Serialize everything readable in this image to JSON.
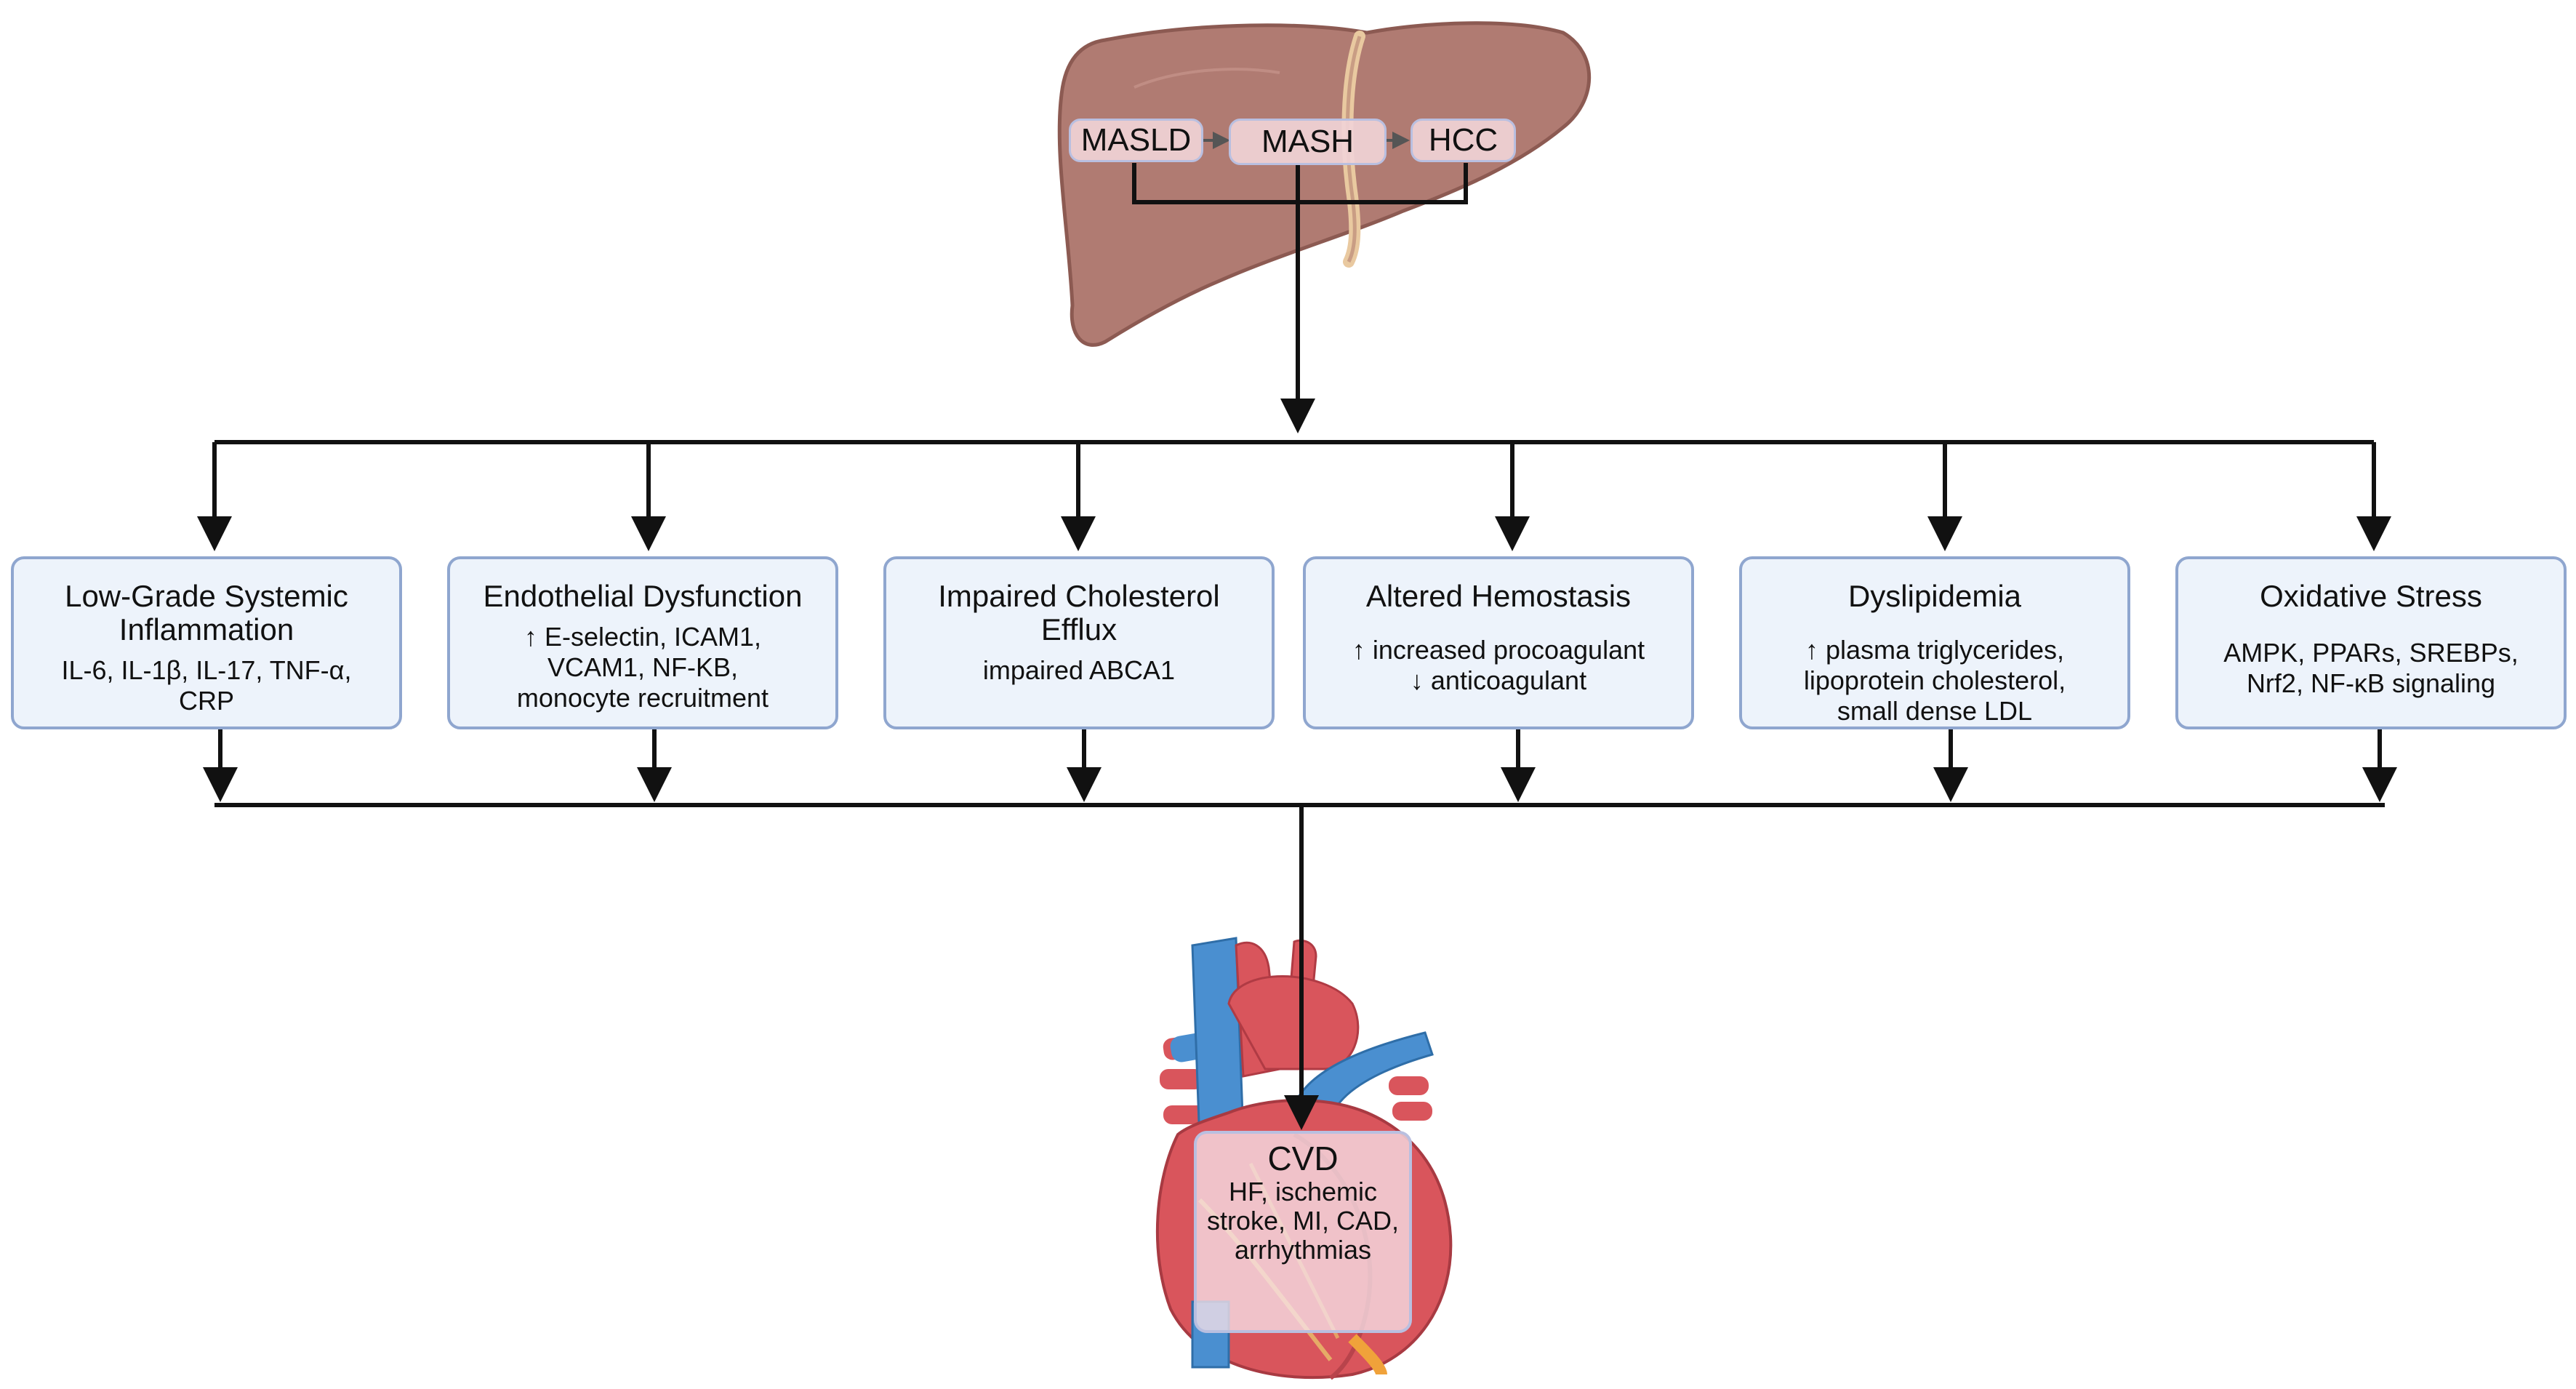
{
  "liver": {
    "stages": [
      "MASLD",
      "MASH",
      "HCC"
    ]
  },
  "mechanisms": [
    {
      "title": "Low-Grade Systemic Inflammation",
      "detail": "IL-6, IL-1β, IL-17, TNF-α,\nCRP"
    },
    {
      "title": "Endothelial Dysfunction",
      "detail": "↑ E-selectin, ICAM1,\nVCAM1, NF-KB,\nmonocyte recruitment"
    },
    {
      "title": "Impaired Cholesterol Efflux",
      "detail": "impaired ABCA1"
    },
    {
      "title": "Altered Hemostasis",
      "detail": "↑ increased procoagulant\n↓ anticoagulant"
    },
    {
      "title": "Dyslipidemia",
      "detail": "↑ plasma triglycerides,\nlipoprotein cholesterol,\nsmall dense LDL"
    },
    {
      "title": "Oxidative Stress",
      "detail": "AMPK, PPARs, SREBPs,\nNrf2, NF-κB signaling"
    }
  ],
  "outcome": {
    "title": "CVD",
    "detail": "HF, ischemic\nstroke, MI, CAD,\narrhythmias"
  },
  "colors": {
    "liver": "#b07b72",
    "heart_red": "#d9555c",
    "vessel_blue": "#4a8fd0",
    "box_fill": "#edf3fb",
    "box_border": "#8fa6cf"
  }
}
